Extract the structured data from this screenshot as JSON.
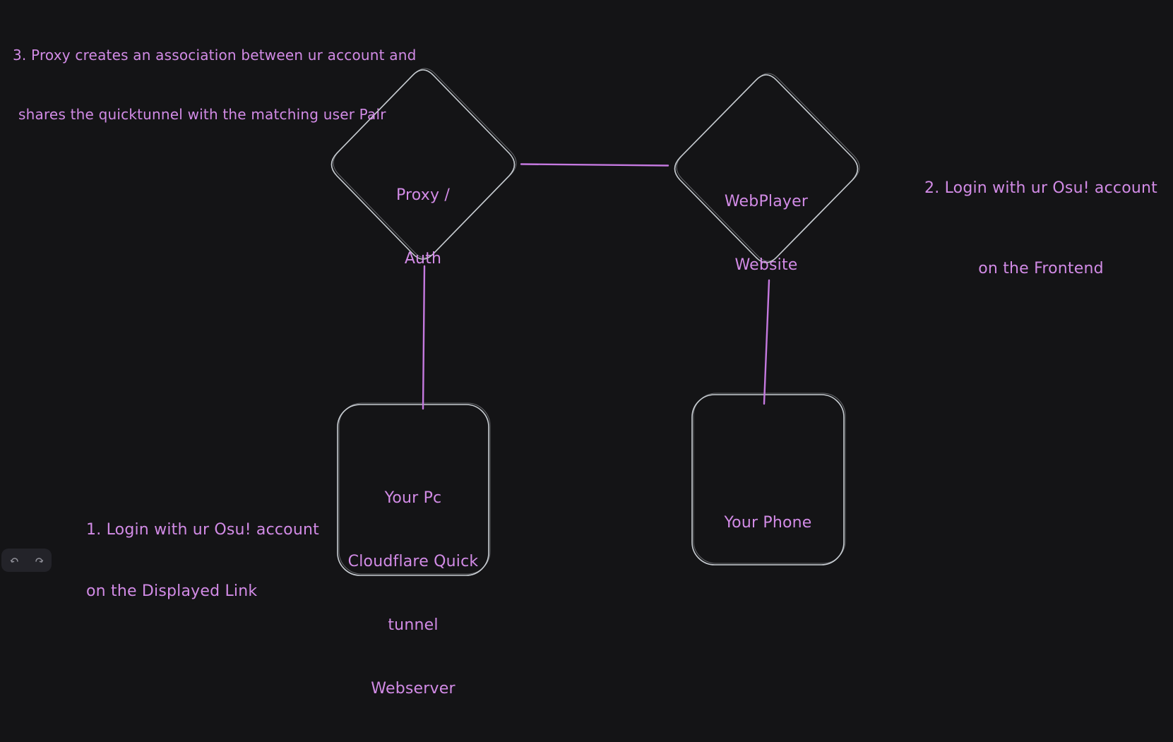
{
  "canvas": {
    "background": "#141416",
    "shape_stroke": "#c8cdd2",
    "connector_color": "#c579e0",
    "text_color": "#d28be6",
    "island_background": "#232329",
    "icon_color": "#8f8f98"
  },
  "annotations": {
    "step3_line1": "3. Proxy creates an association between ur account and",
    "step3_line2": "shares the quicktunnel with the matching user Pair",
    "step2_line1": "2. Login with ur Osu! account",
    "step2_line2": "on the Frontend",
    "step1_line1": "1. Login with ur Osu! account",
    "step1_line2": "on the Displayed Link"
  },
  "nodes": {
    "proxy_auth": {
      "line1": "Proxy /",
      "line2": "Auth"
    },
    "webplayer": {
      "line1": "WebPlayer",
      "line2": "Website"
    },
    "pc_webserver": {
      "line1": "Your Pc",
      "line2": "Cloudflare Quick",
      "line3": "tunnel",
      "line4": "Webserver"
    },
    "phone": {
      "label": "Your Phone"
    }
  },
  "toolbar": {
    "undo_icon": "undo-arrow",
    "redo_icon": "redo-arrow"
  }
}
